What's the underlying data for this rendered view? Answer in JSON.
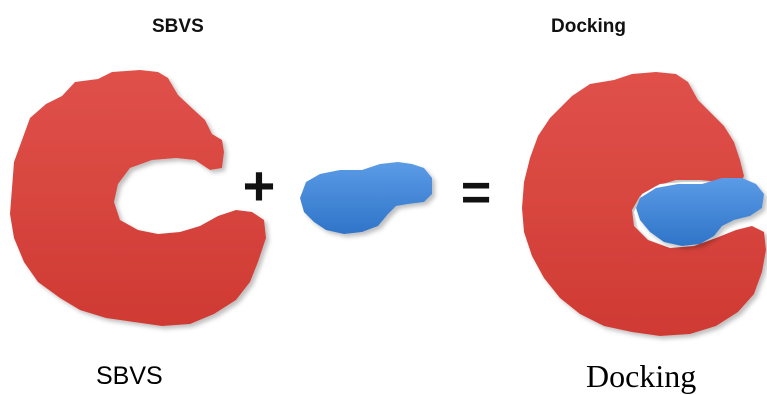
{
  "labels": {
    "top_left": "SBVS",
    "top_right": "Docking",
    "bottom_left": "SBVS",
    "bottom_right": "Docking"
  },
  "operators": {
    "plus": "+",
    "equals": "="
  },
  "colors": {
    "receptor": "#d9443d",
    "receptor_dark": "#a82a24",
    "ligand": "#3a82d6",
    "ligand_light": "#6aa6ee",
    "text": "#111111"
  }
}
